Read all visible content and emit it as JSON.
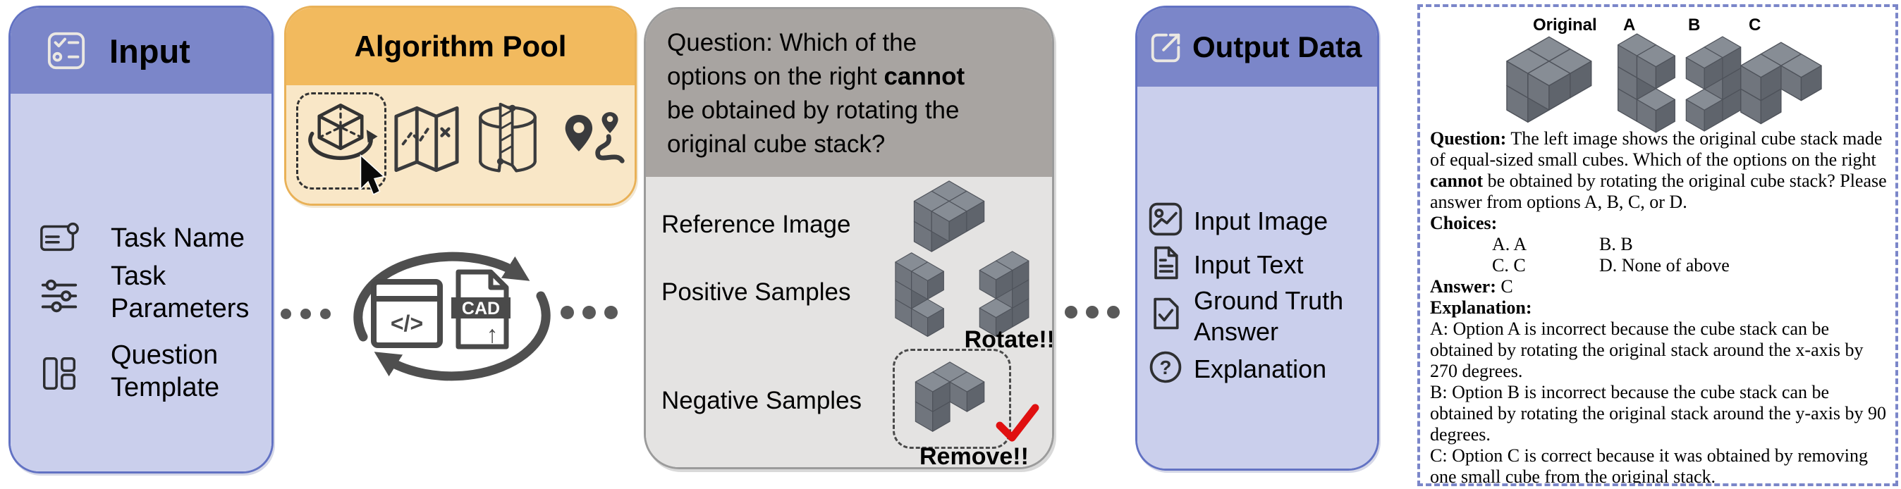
{
  "colors": {
    "purple_header": "#7b86c9",
    "purple_body": "#cacfec",
    "purple_border": "#6272c3",
    "orange_header": "#f2ba5e",
    "orange_body": "#f9e7c7",
    "orange_border": "#e9b157",
    "gray_header": "#a8a4a1",
    "gray_body": "#e4e3e2",
    "gray_border": "#9b9b9b",
    "dashed_border": "#7b86c9",
    "dot": "#595959",
    "arrow": "#4f4f4f",
    "icon_dark": "#2e2f31",
    "cube_top": "#878d95",
    "cube_left": "#70757d",
    "cube_right": "#5f646c",
    "cube_stroke": "#4e525a",
    "check_red": "#e01010"
  },
  "input_panel": {
    "title": "Input",
    "header_icon": "checklist-icon",
    "items": [
      {
        "label": "Task Name",
        "icon": "task-name-icon"
      },
      {
        "label": "Task Parameters",
        "icon": "task-parameters-icon"
      },
      {
        "label": "Question Template",
        "icon": "question-template-icon"
      }
    ]
  },
  "algorithm_panel": {
    "title": "Algorithm Pool",
    "icons": [
      "rotate-cube-icon",
      "map-icon",
      "cross-section-icon",
      "route-icon"
    ],
    "cursor_icon": "cursor-icon"
  },
  "loop": {
    "icons": [
      "code-window-icon",
      "cad-file-icon"
    ],
    "arrows_icon": "cycle-arrows-icon"
  },
  "sample_panel": {
    "question_lines": [
      [
        {
          "t": "Question: Which of the"
        }
      ],
      [
        {
          "t": "options on the right "
        },
        {
          "t": "cannot",
          "b": true
        }
      ],
      [
        {
          "t": "be obtained by rotating the"
        }
      ],
      [
        {
          "t": "original cube stack?"
        }
      ]
    ],
    "rows": [
      {
        "label": "Reference Image"
      },
      {
        "label": "Positive Samples",
        "tag": "Rotate!!"
      },
      {
        "label": "Negative Samples",
        "tag": "Remove!!"
      }
    ],
    "negative_marker_icon": "check-icon"
  },
  "output_panel": {
    "title": "Output Data",
    "header_icon": "external-link-icon",
    "items": [
      {
        "label": "Input Image",
        "icon": "input-image-icon"
      },
      {
        "label": "Input Text",
        "icon": "input-text-icon"
      },
      {
        "label": "Ground Truth Answer",
        "icon": "ground-truth-icon"
      },
      {
        "label": "Explanation",
        "icon": "explanation-icon"
      }
    ]
  },
  "example_panel": {
    "cube_labels": [
      "Original",
      "A",
      "B",
      "C"
    ],
    "question": [
      {
        "t": "Question:",
        "b": true
      },
      {
        "t": " The left image shows the original cube stack made of equal-sized small cubes. Which of the options on the right "
      },
      {
        "t": "cannot",
        "b": true
      },
      {
        "t": " be obtained by rotating the original cube stack? Please answer from options A, B, C, or D."
      }
    ],
    "choices_label": "Choices:",
    "choices_rows": [
      [
        "A. A",
        "B. B"
      ],
      [
        "C. C",
        "D. None of above"
      ]
    ],
    "answer": [
      {
        "t": "Answer:",
        "b": true
      },
      {
        "t": " C"
      }
    ],
    "explanation_label": "Explanation:",
    "explanations": [
      "A: Option A is incorrect because the cube stack can be obtained by rotating the original stack around the x-axis by 270 degrees.",
      "B: Option B is incorrect because the cube stack can be obtained by rotating the original stack around the y-axis by 90 degrees.",
      "C: Option C is correct because it was obtained by removing one small cube from the original stack."
    ]
  },
  "glyphs": {
    "code": "</>",
    "cad": "CAD",
    "question_mark": "?",
    "up_arrow": "↑"
  },
  "cube_stacks": {
    "original": {
      "cubes": [
        [
          0,
          0,
          1
        ],
        [
          1,
          0,
          1
        ],
        [
          0,
          1,
          1
        ],
        [
          1,
          1,
          1
        ],
        [
          0,
          1,
          0
        ]
      ]
    },
    "option_a": {
      "cubes": [
        [
          0,
          0,
          2
        ],
        [
          1,
          0,
          2
        ],
        [
          0,
          0,
          1
        ],
        [
          0,
          0,
          0
        ],
        [
          1,
          0,
          0
        ]
      ]
    },
    "option_b": {
      "cubes": [
        [
          0,
          0,
          2
        ],
        [
          0,
          1,
          2
        ],
        [
          0,
          0,
          1
        ],
        [
          0,
          0,
          0
        ],
        [
          0,
          1,
          0
        ]
      ]
    },
    "option_c": {
      "cubes": [
        [
          0,
          0,
          1
        ],
        [
          1,
          0,
          1
        ],
        [
          0,
          1,
          1
        ],
        [
          0,
          1,
          0
        ]
      ]
    },
    "reference": {
      "cubes": [
        [
          0,
          0,
          1
        ],
        [
          1,
          0,
          1
        ],
        [
          0,
          1,
          1
        ],
        [
          1,
          1,
          1
        ],
        [
          0,
          1,
          0
        ]
      ]
    },
    "positive_1": {
      "cubes": [
        [
          0,
          0,
          2
        ],
        [
          1,
          0,
          2
        ],
        [
          0,
          0,
          1
        ],
        [
          0,
          0,
          0
        ],
        [
          1,
          0,
          0
        ]
      ]
    },
    "positive_2": {
      "cubes": [
        [
          0,
          0,
          2
        ],
        [
          0,
          1,
          2
        ],
        [
          0,
          0,
          1
        ],
        [
          0,
          0,
          0
        ],
        [
          0,
          1,
          0
        ]
      ]
    },
    "negative": {
      "cubes": [
        [
          0,
          0,
          1
        ],
        [
          1,
          0,
          1
        ],
        [
          0,
          1,
          1
        ],
        [
          0,
          1,
          0
        ]
      ]
    }
  }
}
